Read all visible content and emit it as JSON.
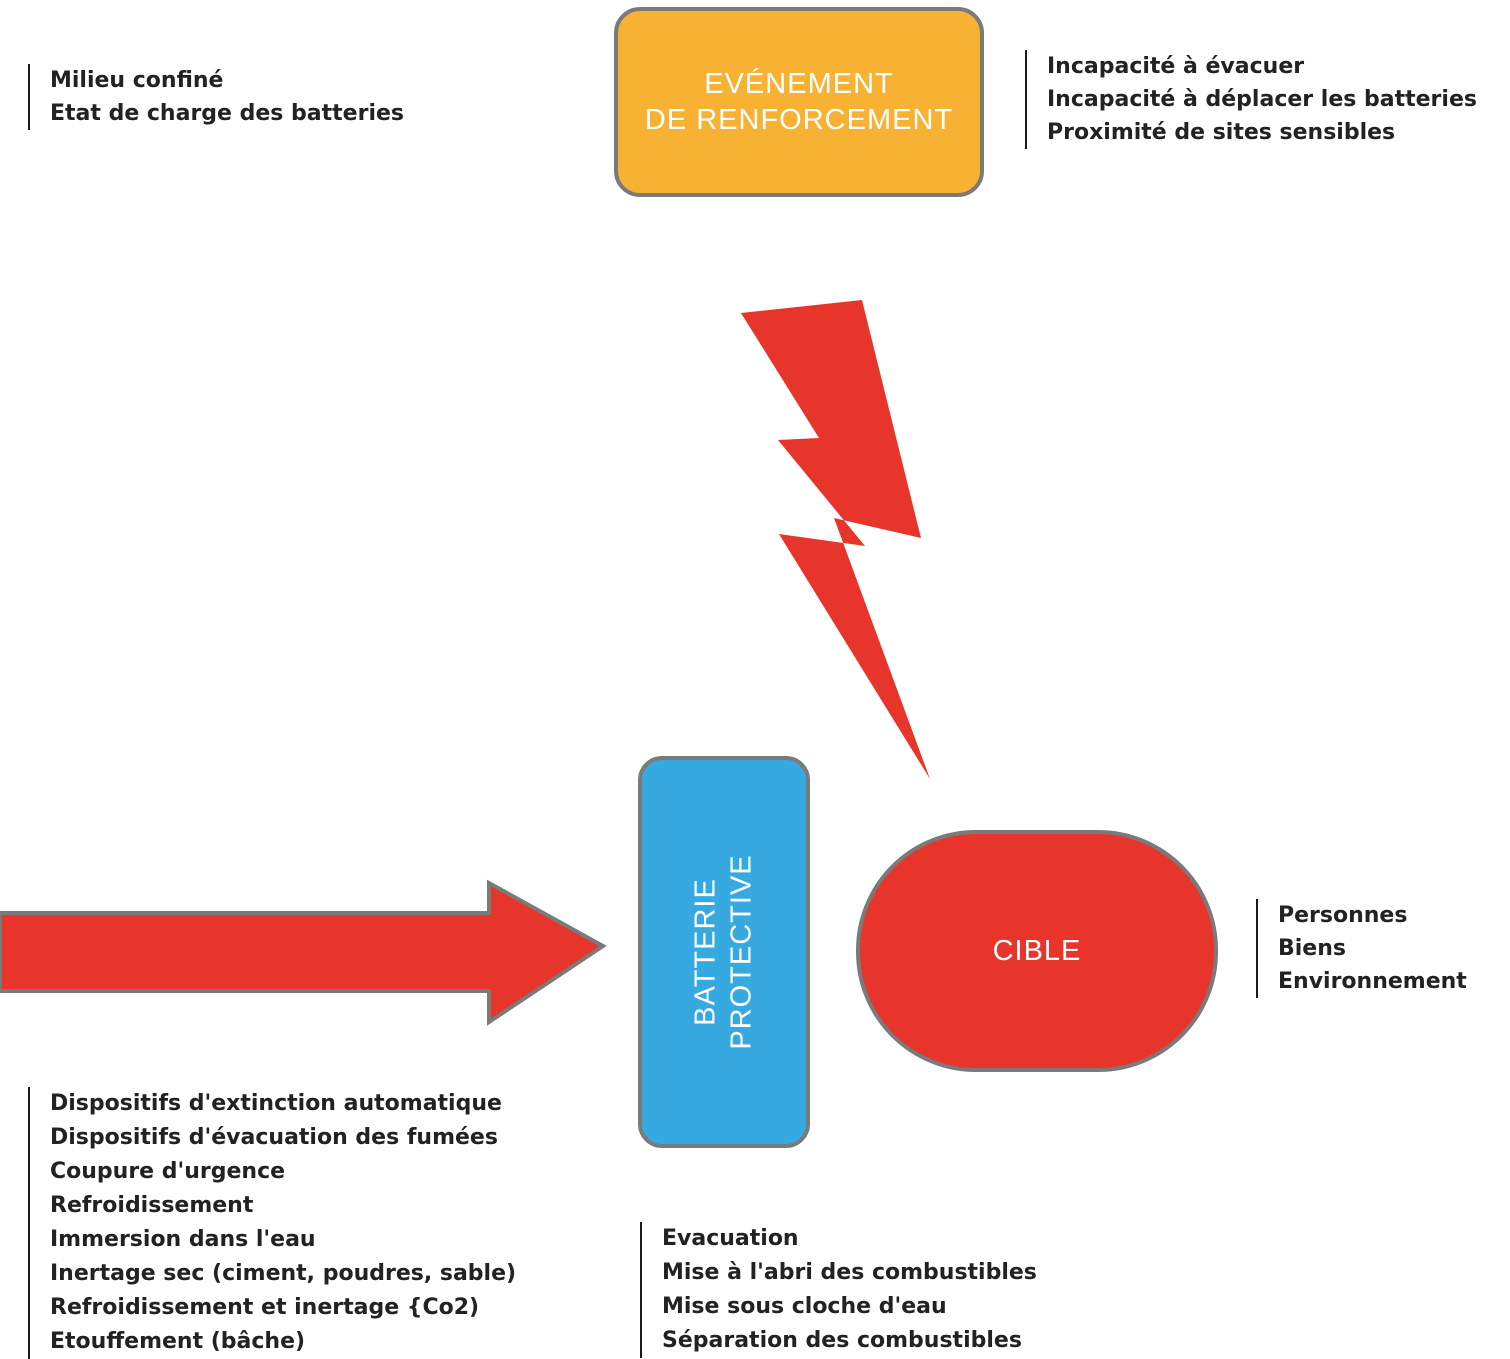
{
  "colors": {
    "orange": "#f7b233",
    "blue": "#36a9e0",
    "red": "#e8352b",
    "border": "#7a7a7a",
    "text": "#222222"
  },
  "nodes": {
    "renforcement": {
      "lines": [
        "EVÉNEMENT",
        "DE RENFORCEMENT"
      ]
    },
    "barriere": {
      "lines": [
        "BATTERIE",
        "PROTECTIVE"
      ]
    },
    "cible": {
      "label": "CIBLE"
    }
  },
  "groups": {
    "aggravation": [
      "Milieu confiné",
      "Etat de charge des batteries"
    ],
    "renforcement_facteurs": [
      "Incapacité à évacuer",
      "Incapacité à déplacer les batteries",
      "Proximité de sites sensibles"
    ],
    "cible_elements": [
      "Personnes",
      "Biens",
      "Environnement"
    ],
    "mesures_batterie": [
      "Dispositifs d'extinction automatique",
      "Dispositifs d'évacuation des fumées",
      "Coupure d'urgence",
      "Refroidissement",
      "Immersion dans l'eau",
      "Inertage sec (ciment, poudres, sable)",
      "Refroidissement et inertage {Co2)",
      "Etouffement (bâche)"
    ],
    "mesures_cible": [
      "Evacuation",
      "Mise à l'abri des combustibles",
      "Mise sous cloche d'eau",
      "Séparation des combustibles"
    ]
  }
}
